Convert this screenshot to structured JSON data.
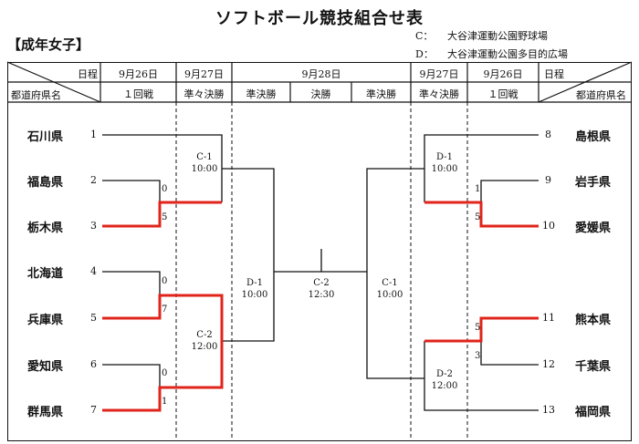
{
  "title": "ソフトボール競技組合せ表",
  "category": "【成年女子】",
  "venues": [
    {
      "code": "C：",
      "name": "大谷津運動公園野球場"
    },
    {
      "code": "D：",
      "name": "大谷津運動公園多目的広場"
    }
  ],
  "header": {
    "left_corner": {
      "top": "日程",
      "bottom": "都道府県名"
    },
    "right_corner": {
      "top": "日程",
      "bottom": "都道府県名"
    },
    "dates": [
      "9月26日",
      "9月27日",
      "9月28日",
      "9月27日",
      "9月26日"
    ],
    "rounds": [
      "１回戦",
      "準々決勝",
      "準決勝",
      "決勝",
      "準決勝",
      "準々決勝",
      "１回戦"
    ]
  },
  "left_teams": [
    {
      "seed": "1",
      "name": "石川県"
    },
    {
      "seed": "2",
      "name": "福島県"
    },
    {
      "seed": "3",
      "name": "栃木県"
    },
    {
      "seed": "4",
      "name": "北海道"
    },
    {
      "seed": "5",
      "name": "兵庫県"
    },
    {
      "seed": "6",
      "name": "愛知県"
    },
    {
      "seed": "7",
      "name": "群馬県"
    }
  ],
  "right_teams": [
    {
      "seed": "8",
      "name": "島根県"
    },
    {
      "seed": "9",
      "name": "岩手県"
    },
    {
      "seed": "10",
      "name": "愛媛県"
    },
    {
      "seed": "11",
      "name": "熊本県"
    },
    {
      "seed": "12",
      "name": "千葉県"
    },
    {
      "seed": "13",
      "name": "福岡県"
    }
  ],
  "scores": {
    "m23_top": "0",
    "m23_bot": "5",
    "m45_top": "0",
    "m45_bot": "7",
    "m67_top": "0",
    "m67_bot": "1",
    "m910_top": "1",
    "m910_bot": "5",
    "m1112_top": "5",
    "m1112_bot": "3"
  },
  "matches": {
    "c1_left": {
      "code": "C-1",
      "time": "10:00"
    },
    "c2_left": {
      "code": "C-2",
      "time": "12:00"
    },
    "d1_semi": {
      "code": "D-1",
      "time": "10:00"
    },
    "c2_final": {
      "code": "C-2",
      "time": "12:30"
    },
    "c1_semi": {
      "code": "C-1",
      "time": "10:00"
    },
    "d1_right": {
      "code": "D-1",
      "time": "10:00"
    },
    "d2_right": {
      "code": "D-2",
      "time": "12:00"
    }
  },
  "colors": {
    "win_line": "#e0241b",
    "line": "#111111"
  }
}
